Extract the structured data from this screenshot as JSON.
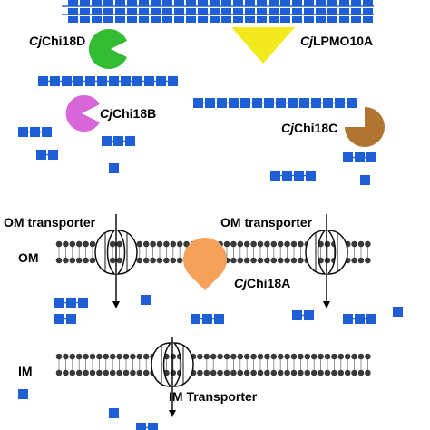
{
  "enzymes": {
    "chi18d": {
      "prefix": "Cj",
      "name": "Chi18D",
      "color": "#33bb33"
    },
    "lpmo10a": {
      "prefix": "Cj",
      "name": "LPMO10A",
      "color": "#f2ea1c"
    },
    "chi18b": {
      "prefix": "Cj",
      "name": "Chi18B",
      "color": "#d966d9"
    },
    "chi18c": {
      "prefix": "Cj",
      "name": "Chi18C",
      "color": "#b07530"
    },
    "chi18a": {
      "prefix": "Cj",
      "name": "Chi18A",
      "color": "#f5a15a"
    }
  },
  "membranes": {
    "outer": {
      "label": "OM"
    },
    "inner": {
      "label": "IM"
    }
  },
  "transporters": {
    "om_left": {
      "label": "OM transporter"
    },
    "om_right": {
      "label": "OM transporter"
    },
    "im": {
      "label": "IM Transporter"
    }
  },
  "colors": {
    "sugar_unit": "#1f5fd6",
    "chain_line": "#2a66d1",
    "lipid_head": "#3a3a3a",
    "arrow": "#000000"
  }
}
